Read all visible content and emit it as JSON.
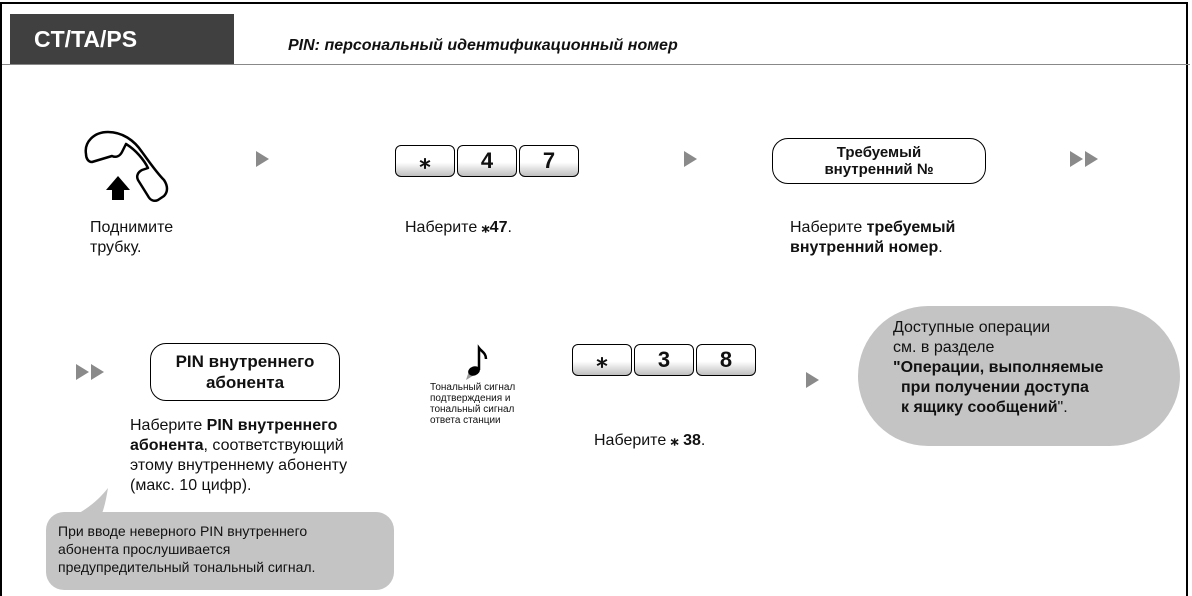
{
  "header": {
    "mode_label": "CT/TA/PS",
    "subtitle": "PIN: персональный идентификационный номер"
  },
  "steps": {
    "lift": {
      "icon": "handset-off-hook-icon",
      "line1": "Поднимите",
      "line2": "трубку."
    },
    "dial47": {
      "keys": [
        "⁎",
        "4",
        "7"
      ],
      "text_prefix": "Наберите ",
      "text_bold": "⁎47",
      "text_suffix": "."
    },
    "extension": {
      "box_line1": "Требуемый",
      "box_line2": "внутренний №",
      "text_prefix": "Наберите ",
      "text_bold1": "требуемый",
      "text_bold2": "внутренний номер",
      "text_suffix": "."
    },
    "pin": {
      "box_line1": "PIN внутреннего",
      "box_line2": "абонента",
      "text_prefix": "Наберите ",
      "text_bold1": "PIN внутреннего",
      "text_bold2": "абонента",
      "text_rest1": ", соответствующий",
      "text_line3": "этому внутреннему абоненту",
      "text_line4": "(макс. 10 цифр)."
    },
    "tone": {
      "icon": "music-note-icon",
      "lines": [
        "Тональный сигнал",
        "подтверждения и",
        "тональный сигнал",
        "ответа станции"
      ]
    },
    "dial38": {
      "keys": [
        "⁎",
        "3",
        "8"
      ],
      "text_prefix": "Наберите ",
      "text_bold": "⁎ 38",
      "text_suffix": "."
    }
  },
  "bubbles": {
    "operations": {
      "line1": "Доступные операции",
      "line2": "см. в разделе",
      "bold1": "\"Операции, выполняемые",
      "bold2": "при получении доступа",
      "bold3": "к ящику сообщений",
      "end": "\"."
    },
    "warning": {
      "line1": "При вводе неверного PIN внутреннего",
      "line2": "абонента прослушивается",
      "line3": "предупредительный тональный сигнал."
    }
  },
  "colors": {
    "tab_bg": "#404040",
    "arrow": "#8a8a8a",
    "bubble": "#c4c4c4"
  }
}
